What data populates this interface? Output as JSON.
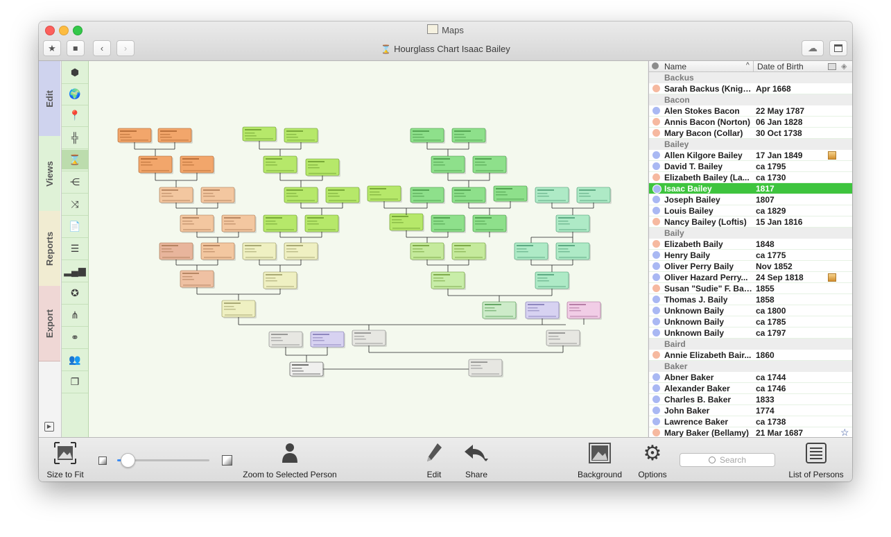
{
  "window": {
    "title": "Maps",
    "chart_title": "Hourglass Chart Isaac Bailey"
  },
  "toolbar": {
    "bookmark_icon": "star-icon",
    "tag_icon": "tag-icon",
    "back_icon": "chevron-left-icon",
    "forward_icon": "chevron-right-icon",
    "cloud_icon": "cloud-icon",
    "sidebar_icon": "sidebar-toggle-icon"
  },
  "left_tabs": [
    "Edit",
    "Views",
    "Reports",
    "Export"
  ],
  "view_tools": [
    {
      "name": "3d-tree-icon",
      "glyph": "⬢"
    },
    {
      "name": "globe-icon",
      "glyph": "🌍"
    },
    {
      "name": "map-pin-icon",
      "glyph": "📍"
    },
    {
      "name": "ancestor-chart-icon",
      "glyph": "╬"
    },
    {
      "name": "hourglass-chart-icon",
      "glyph": "⌛",
      "selected": true
    },
    {
      "name": "descendant-chart-icon",
      "glyph": "⋲"
    },
    {
      "name": "double-ancestor-icon",
      "glyph": "⤨"
    },
    {
      "name": "family-book-icon",
      "glyph": "📄"
    },
    {
      "name": "timeline-icon",
      "glyph": "☰"
    },
    {
      "name": "statistics-icon",
      "glyph": "▂▄▆"
    },
    {
      "name": "circle-chart-icon",
      "glyph": "✪"
    },
    {
      "name": "relationship-chart-icon",
      "glyph": "⋔"
    },
    {
      "name": "genogram-icon",
      "glyph": "⚭"
    },
    {
      "name": "persons-icon",
      "glyph": "👥"
    },
    {
      "name": "pages-icon",
      "glyph": "❐"
    }
  ],
  "list": {
    "col_name": "Name",
    "col_birth": "Date of Birth",
    "rows": [
      {
        "type": "group",
        "label": "Backus"
      },
      {
        "type": "person",
        "sex": "f",
        "name": "Sarah Backus (Knight)",
        "date": "Apr 1668"
      },
      {
        "type": "group",
        "label": "Bacon"
      },
      {
        "type": "person",
        "sex": "m",
        "name": "Alen Stokes Bacon",
        "date": "22 May 1787"
      },
      {
        "type": "person",
        "sex": "f",
        "name": "Annis Bacon (Norton)",
        "date": "06 Jan 1828"
      },
      {
        "type": "person",
        "sex": "f",
        "name": "Mary Bacon (Collar)",
        "date": "30 Oct 1738"
      },
      {
        "type": "group",
        "label": "Bailey"
      },
      {
        "type": "person",
        "sex": "m",
        "name": "Allen Kilgore Bailey",
        "date": "17 Jan 1849",
        "photo": true
      },
      {
        "type": "person",
        "sex": "m",
        "name": "David T. Bailey",
        "date": "ca 1795"
      },
      {
        "type": "person",
        "sex": "f",
        "name": "Elizabeth Bailey (La...",
        "date": "ca 1730"
      },
      {
        "type": "person",
        "sex": "m",
        "name": "Isaac Bailey",
        "date": "1817",
        "selected": true
      },
      {
        "type": "person",
        "sex": "m",
        "name": "Joseph Bailey",
        "date": "1807"
      },
      {
        "type": "person",
        "sex": "m",
        "name": "Louis Bailey",
        "date": "ca 1829"
      },
      {
        "type": "person",
        "sex": "f",
        "name": "Nancy Bailey (Loftis)",
        "date": "15 Jan 1816"
      },
      {
        "type": "group",
        "label": "Baily"
      },
      {
        "type": "person",
        "sex": "f",
        "name": "Elizabeth Baily",
        "date": "1848"
      },
      {
        "type": "person",
        "sex": "m",
        "name": "Henry Baily",
        "date": "ca 1775"
      },
      {
        "type": "person",
        "sex": "m",
        "name": "Oliver  Perry Baily",
        "date": "Nov 1852"
      },
      {
        "type": "person",
        "sex": "m",
        "name": "Oliver Hazard Perry...",
        "date": "24 Sep 1818",
        "photo": true
      },
      {
        "type": "person",
        "sex": "f",
        "name": "Susan \"Sudie\" F. Bai...",
        "date": "1855"
      },
      {
        "type": "person",
        "sex": "m",
        "name": "Thomas J. Baily",
        "date": "1858"
      },
      {
        "type": "person",
        "sex": "m",
        "name": "Unknown Baily",
        "date": "ca 1800"
      },
      {
        "type": "person",
        "sex": "m",
        "name": "Unknown Baily",
        "date": "ca 1785"
      },
      {
        "type": "person",
        "sex": "m",
        "name": "Unknown Baily",
        "date": "ca 1797"
      },
      {
        "type": "group",
        "label": "Baird"
      },
      {
        "type": "person",
        "sex": "f",
        "name": "Annie Elizabeth Bair...",
        "date": "1860"
      },
      {
        "type": "group",
        "label": "Baker"
      },
      {
        "type": "person",
        "sex": "m",
        "name": "Abner Baker",
        "date": "ca 1744"
      },
      {
        "type": "person",
        "sex": "m",
        "name": "Alexander Baker",
        "date": "ca 1746"
      },
      {
        "type": "person",
        "sex": "m",
        "name": "Charles B. Baker",
        "date": "1833"
      },
      {
        "type": "person",
        "sex": "m",
        "name": "John Baker",
        "date": "1774"
      },
      {
        "type": "person",
        "sex": "m",
        "name": "Lawrence Baker",
        "date": "ca 1738"
      },
      {
        "type": "person",
        "sex": "f",
        "name": "Mary Baker (Bellamy)",
        "date": "21 Mar 1687",
        "star": true
      }
    ]
  },
  "bottom": {
    "size_to_fit": "Size to Fit",
    "zoom_selected": "Zoom to Selected Person",
    "edit": "Edit",
    "share": "Share",
    "background": "Background",
    "options": "Options",
    "search_placeholder": "Search",
    "list_of_persons": "List of Persons",
    "zoom_level": 0.1
  },
  "colors": {
    "male_dot": "#a9b8f3",
    "female_dot": "#f6b9a0",
    "selection": "#3ec43e",
    "accent": "#3b8cf5"
  }
}
